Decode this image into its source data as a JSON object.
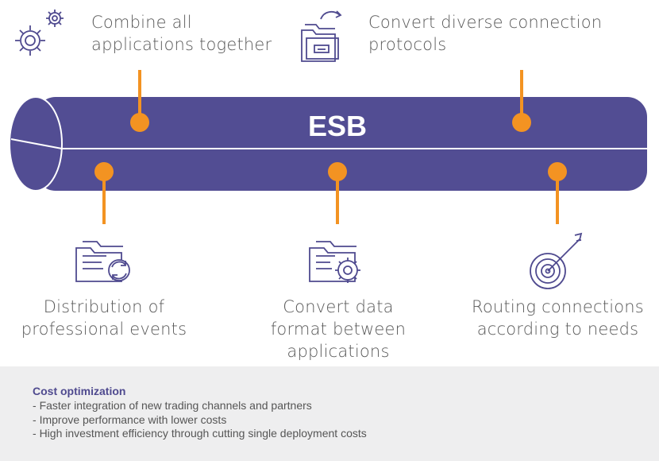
{
  "pipe": {
    "label": "ESB"
  },
  "colors": {
    "pipe": "#524d93",
    "accent": "#f39322",
    "icon": "#4f4a8f",
    "panel": "#eeeeef"
  },
  "features": [
    {
      "icon": "gears-icon",
      "lines": [
        "Combine all",
        "applications together"
      ]
    },
    {
      "icon": "folder-refresh-icon",
      "lines": [
        "Convert diverse connection",
        "protocols"
      ]
    },
    {
      "icon": "folder-sync-icon",
      "lines": [
        "Distribution of",
        "professional  events"
      ]
    },
    {
      "icon": "folder-gear-icon",
      "lines": [
        "Convert data",
        "format between",
        "applications"
      ]
    },
    {
      "icon": "target-icon",
      "lines": [
        "Routing connections",
        "according to needs"
      ]
    }
  ],
  "cost": {
    "title": "Cost optimization",
    "items": [
      "Faster integration of new trading channels and partners",
      "Improve performance with lower costs",
      "High investment efficiency through cutting single deployment costs"
    ]
  }
}
